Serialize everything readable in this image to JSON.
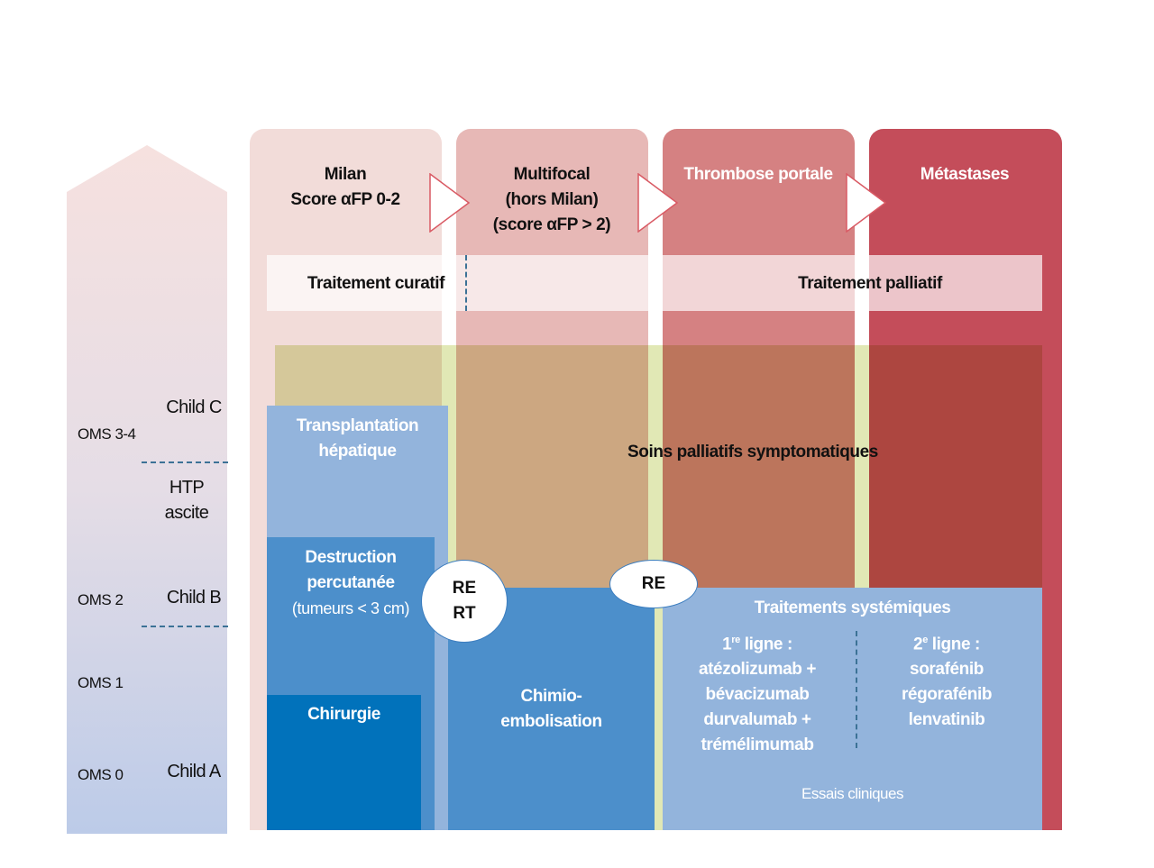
{
  "colors": {
    "stage1": "#f2dcd9",
    "stage2": "#e7b8b6",
    "stage3": "#d58182",
    "stage4": "#c44d5a",
    "soins_area": "#d9d8a0",
    "blue_light": "#93b4dc",
    "blue_mid": "#4c8fcb",
    "blue_dark": "#0172bb",
    "dash": "#3c7296"
  },
  "stages": [
    {
      "lines": [
        "Milan",
        "Score αFP 0-2"
      ]
    },
    {
      "lines": [
        "Multifocal",
        "(hors Milan)",
        "(score αFP > 2)"
      ]
    },
    {
      "lines": [
        "Thrombose portale"
      ]
    },
    {
      "lines": [
        "Métastases"
      ]
    }
  ],
  "treatment_band": {
    "curative": "Traitement curatif",
    "palliative": "Traitement palliatif"
  },
  "left_axis": {
    "oms": [
      "OMS 3-4",
      "OMS 2",
      "OMS 1",
      "OMS 0"
    ],
    "child": [
      "Child C",
      "Child B",
      "Child A"
    ],
    "htp": [
      "HTP",
      "ascite"
    ]
  },
  "soins": "Soins palliatifs symptomatiques",
  "boxes": {
    "transplant": [
      "Transplantation",
      "hépatique"
    ],
    "destruction": [
      "Destruction",
      "percutanée"
    ],
    "destruction_sub": "(tumeurs < 3 cm)",
    "chirurgie": "Chirurgie",
    "chimio": [
      "Chimio-",
      "embolisation"
    ]
  },
  "ovals": {
    "re_rt": [
      "RE",
      "RT"
    ],
    "re": "RE"
  },
  "systemic": {
    "title": "Traitements systémiques",
    "line1": {
      "ord": "1",
      "sup": "re",
      "label": " ligne :",
      "drugs": [
        "atézolizumab +",
        "bévacizumab",
        "durvalumab +",
        "trémélimumab"
      ]
    },
    "line2": {
      "ord": "2",
      "sup": "e",
      "label": " ligne :",
      "drugs": [
        "sorafénib",
        "régorafénib",
        "lenvatinib"
      ]
    },
    "trials": "Essais cliniques"
  }
}
